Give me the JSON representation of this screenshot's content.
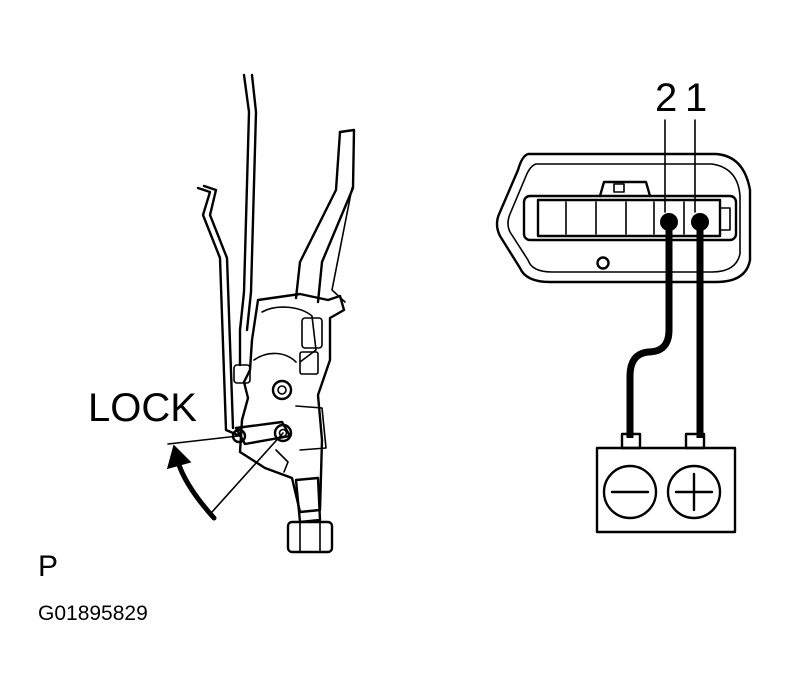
{
  "labels": {
    "lock": "LOCK",
    "pin_2": "2",
    "pin_1": "1",
    "view": "P",
    "figure_code": "G01895829"
  },
  "battery": {
    "negative_symbol": "−",
    "positive_symbol": "+"
  },
  "colors": {
    "line": "#000000",
    "background": "#ffffff"
  }
}
